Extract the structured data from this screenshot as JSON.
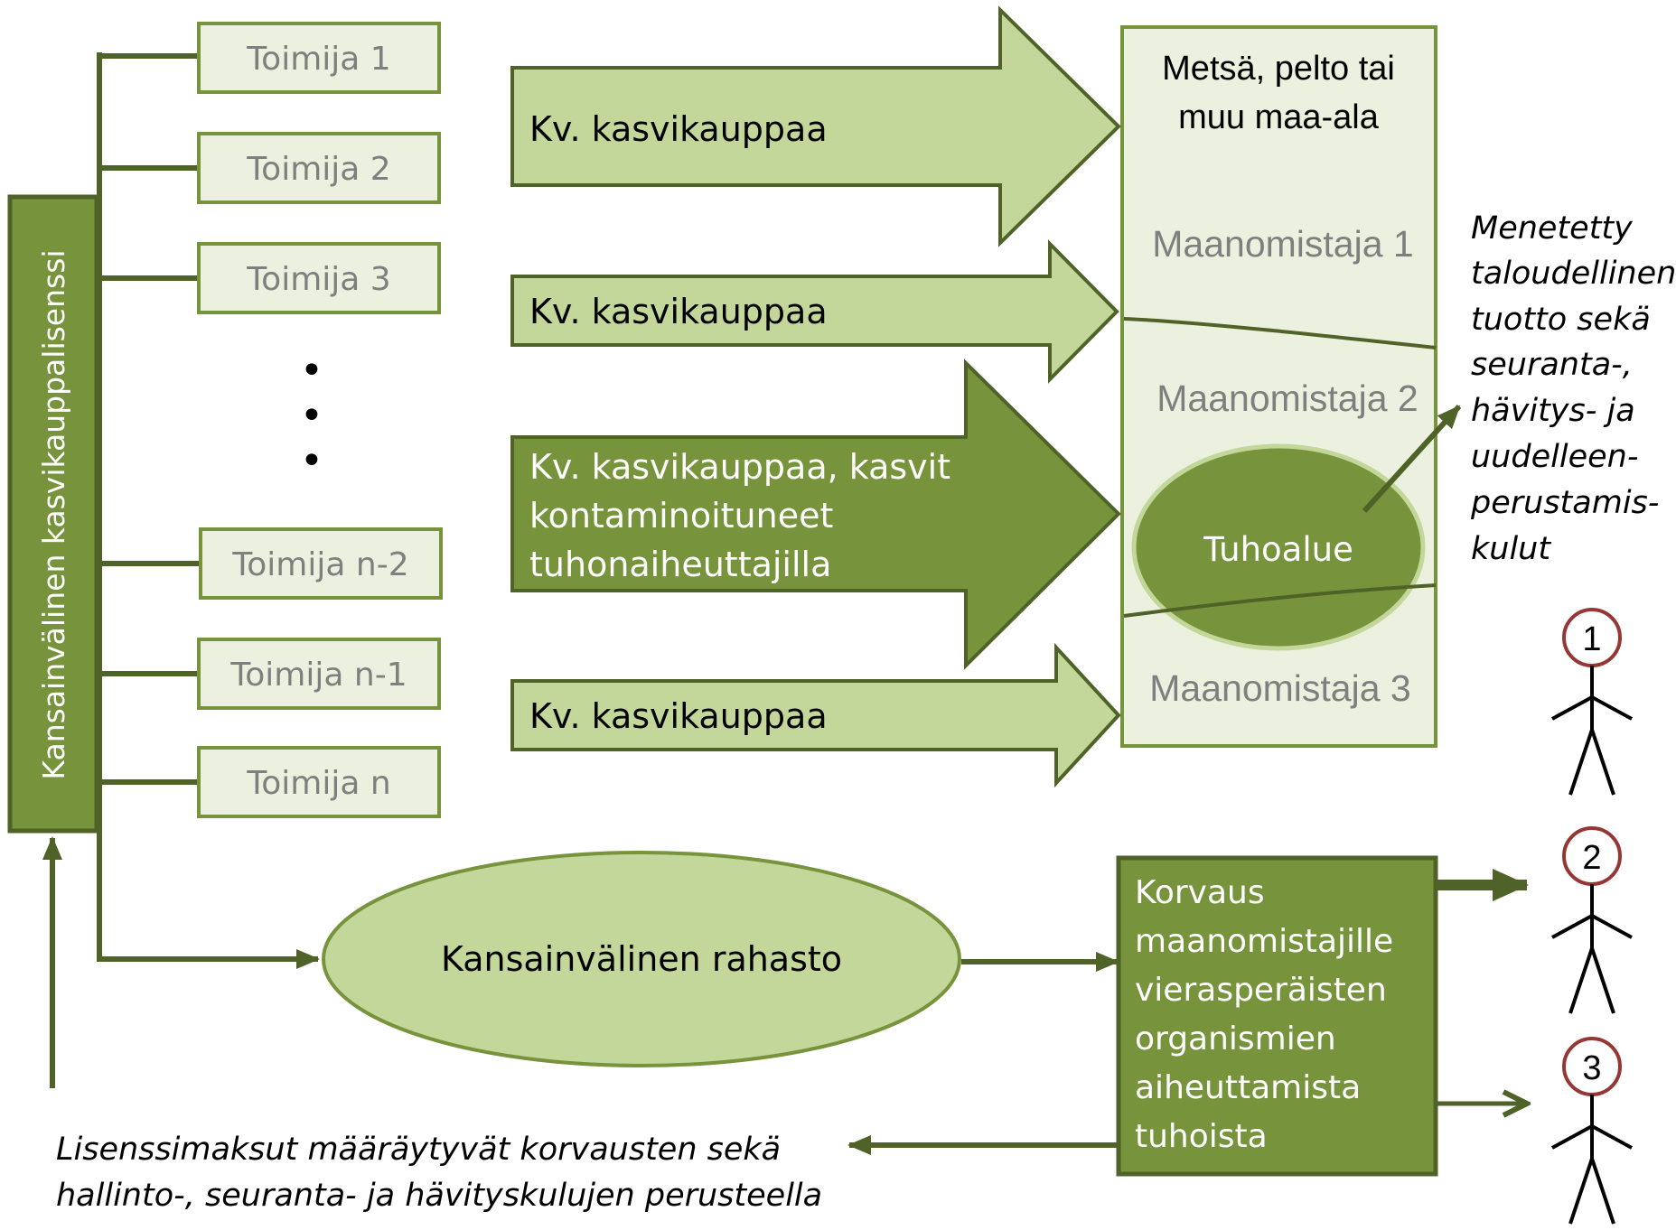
{
  "colors": {
    "light_fill": "#c4d79b",
    "light_border": "#77933c",
    "dark_fill": "#77933c",
    "dark_border": "#4f6228",
    "pale_fill": "#ebf1de",
    "connector": "#4f6228",
    "grey_text": "#7f7f7f",
    "person_circle": "#953735"
  },
  "license_bar": {
    "label": "Kansainvälinen kasvikauppalisenssi"
  },
  "operators": [
    {
      "label": "Toimija 1"
    },
    {
      "label": "Toimija 2"
    },
    {
      "label": "Toimija 3"
    },
    {
      "label": "Toimija n-2"
    },
    {
      "label": "Toimija n-1"
    },
    {
      "label": "Toimija n"
    }
  ],
  "ellipsis": [
    "•",
    "•",
    "•"
  ],
  "trade_arrows": [
    {
      "label_lines": [
        "Kv. kasvikauppaa"
      ]
    },
    {
      "label_lines": [
        "Kv. kasvikauppaa"
      ]
    },
    {
      "label_lines": [
        "Kv. kasvikauppaa, kasvit",
        "kontaminoituneet",
        "tuhonaiheuttajilla"
      ]
    },
    {
      "label_lines": [
        "Kv. kasvikauppaa"
      ]
    }
  ],
  "land_area": {
    "title_lines": [
      "Metsä, pelto tai",
      "muu maa-ala"
    ],
    "owners": [
      "Maanomistaja 1",
      "Maanomistaja 2",
      "Maanomistaja 3"
    ],
    "damage_area": "Tuhoalue"
  },
  "lost_income_note": {
    "lines": [
      "Menetetty",
      "taloudellinen",
      "tuotto sekä",
      "seuranta-,",
      "hävitys- ja",
      "uudelleen-",
      "perustamis-",
      "kulut"
    ]
  },
  "fund": {
    "label": "Kansainvälinen rahasto"
  },
  "compensation": {
    "lines": [
      "Korvaus",
      "maanomistajille",
      "vierasperäisten",
      "organismien",
      "aiheuttamista",
      "tuhoista"
    ]
  },
  "people": [
    "1",
    "2",
    "3"
  ],
  "fee_note": {
    "lines": [
      "Lisenssimaksut määräytyvät korvausten sekä",
      "hallinto-, seuranta- ja hävityskulujen perusteella"
    ]
  }
}
